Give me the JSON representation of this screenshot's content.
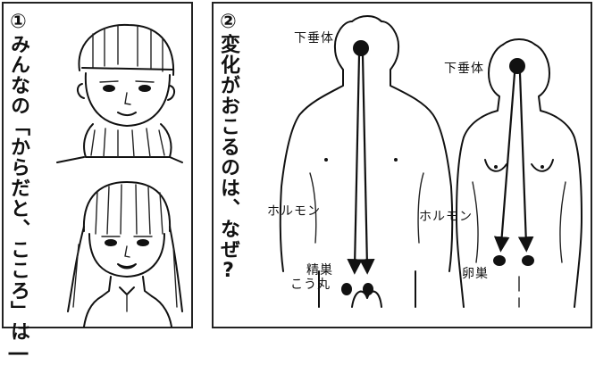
{
  "panel1": {
    "title": "①みんなの「からだと、こころ」は―"
  },
  "panel2": {
    "title": "②変化がおこるのは、なぜ?",
    "male": {
      "label_pituitary": "下垂体",
      "label_hormone": "ホルモン",
      "label_gland": "精巣",
      "label_gland_alt": "こう丸"
    },
    "female": {
      "label_pituitary": "下垂体",
      "label_hormone": "ホルモン",
      "label_gland": "卵巣"
    }
  }
}
